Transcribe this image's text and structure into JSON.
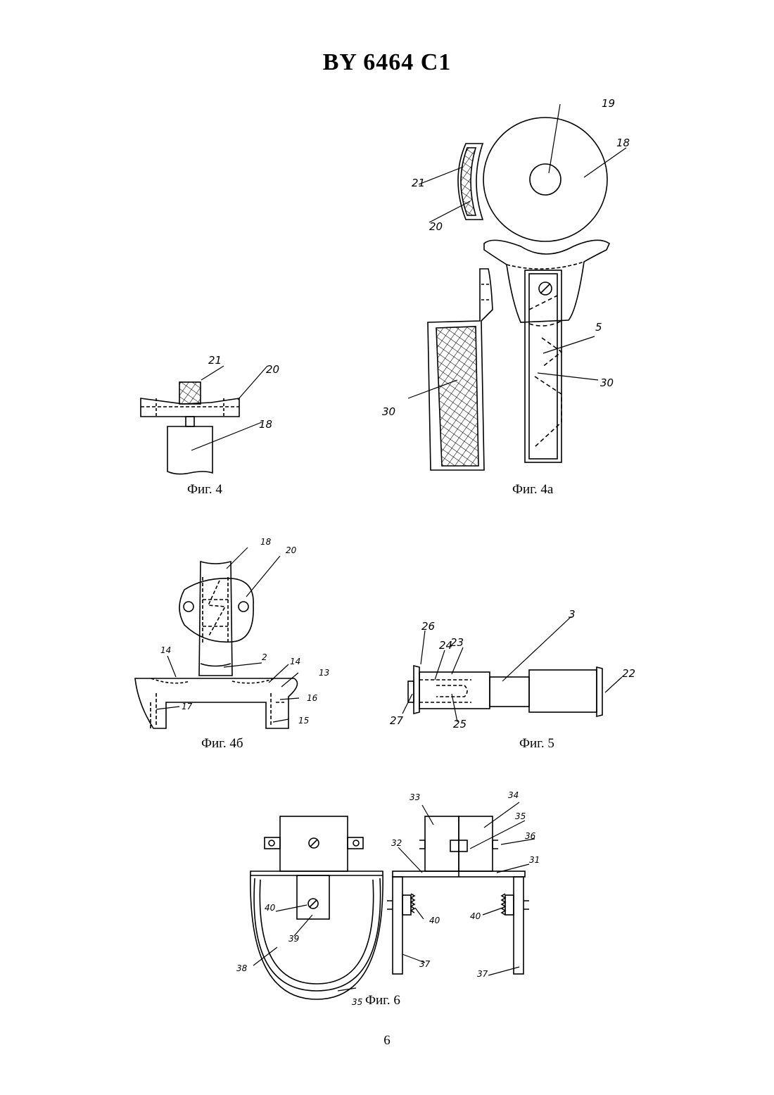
{
  "header": {
    "title": "BY  6464  C1"
  },
  "captions": {
    "fig4": "Фиг. 4",
    "fig4a": "Фиг. 4а",
    "fig4b": "Фиг. 4б",
    "fig5": "Фиг. 5",
    "fig6": "Фиг. 6"
  },
  "labels": {
    "fig4": [
      "21",
      "20",
      "18"
    ],
    "fig4a": [
      "19",
      "18",
      "21",
      "20",
      "5",
      "30",
      "30"
    ],
    "fig4b": [
      "18",
      "20",
      "14",
      "14",
      "2",
      "13",
      "16",
      "17",
      "15"
    ],
    "fig5": [
      "26",
      "24",
      "23",
      "3",
      "22",
      "27",
      "25"
    ],
    "fig6": [
      "33",
      "34",
      "35",
      "36",
      "32",
      "31",
      "40",
      "40",
      "40",
      "39",
      "38",
      "35",
      "37",
      "37"
    ]
  },
  "footer": {
    "page_number": "6"
  }
}
